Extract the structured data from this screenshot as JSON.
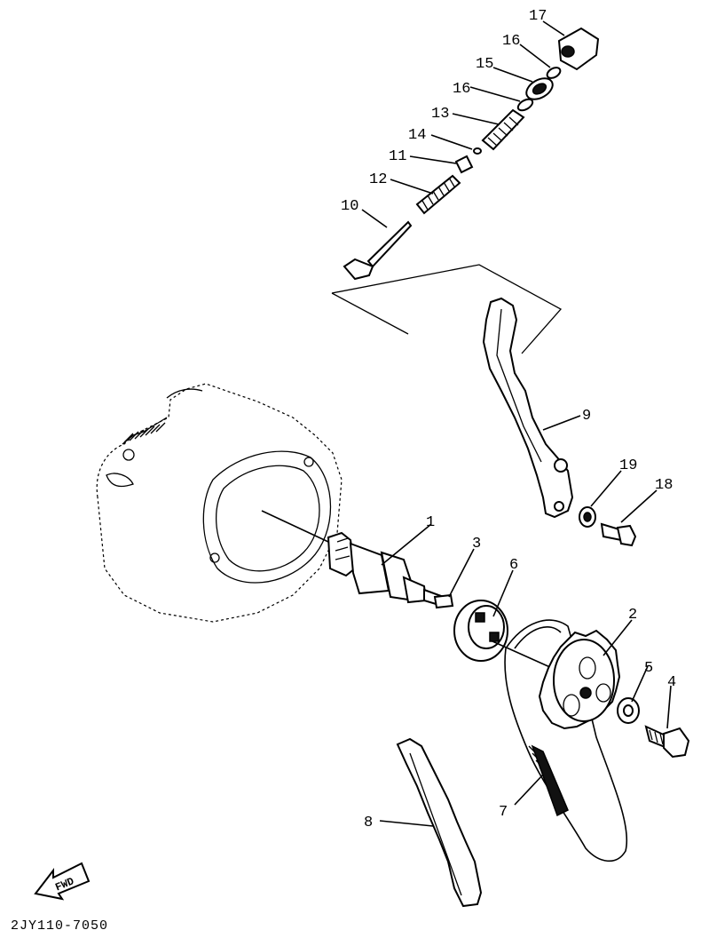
{
  "diagram": {
    "part_labels": {
      "p1": "1",
      "p2": "2",
      "p3": "3",
      "p4": "4",
      "p5": "5",
      "p6": "6",
      "p7": "7",
      "p8": "8",
      "p9": "9",
      "p10": "10",
      "p11": "11",
      "p12": "12",
      "p13": "13",
      "p14": "14",
      "p15": "15",
      "p16a": "16",
      "p16b": "16",
      "p17": "17",
      "p18": "18",
      "p19": "19"
    },
    "fwd_label": "FWD",
    "code": "2JY110-7050"
  }
}
